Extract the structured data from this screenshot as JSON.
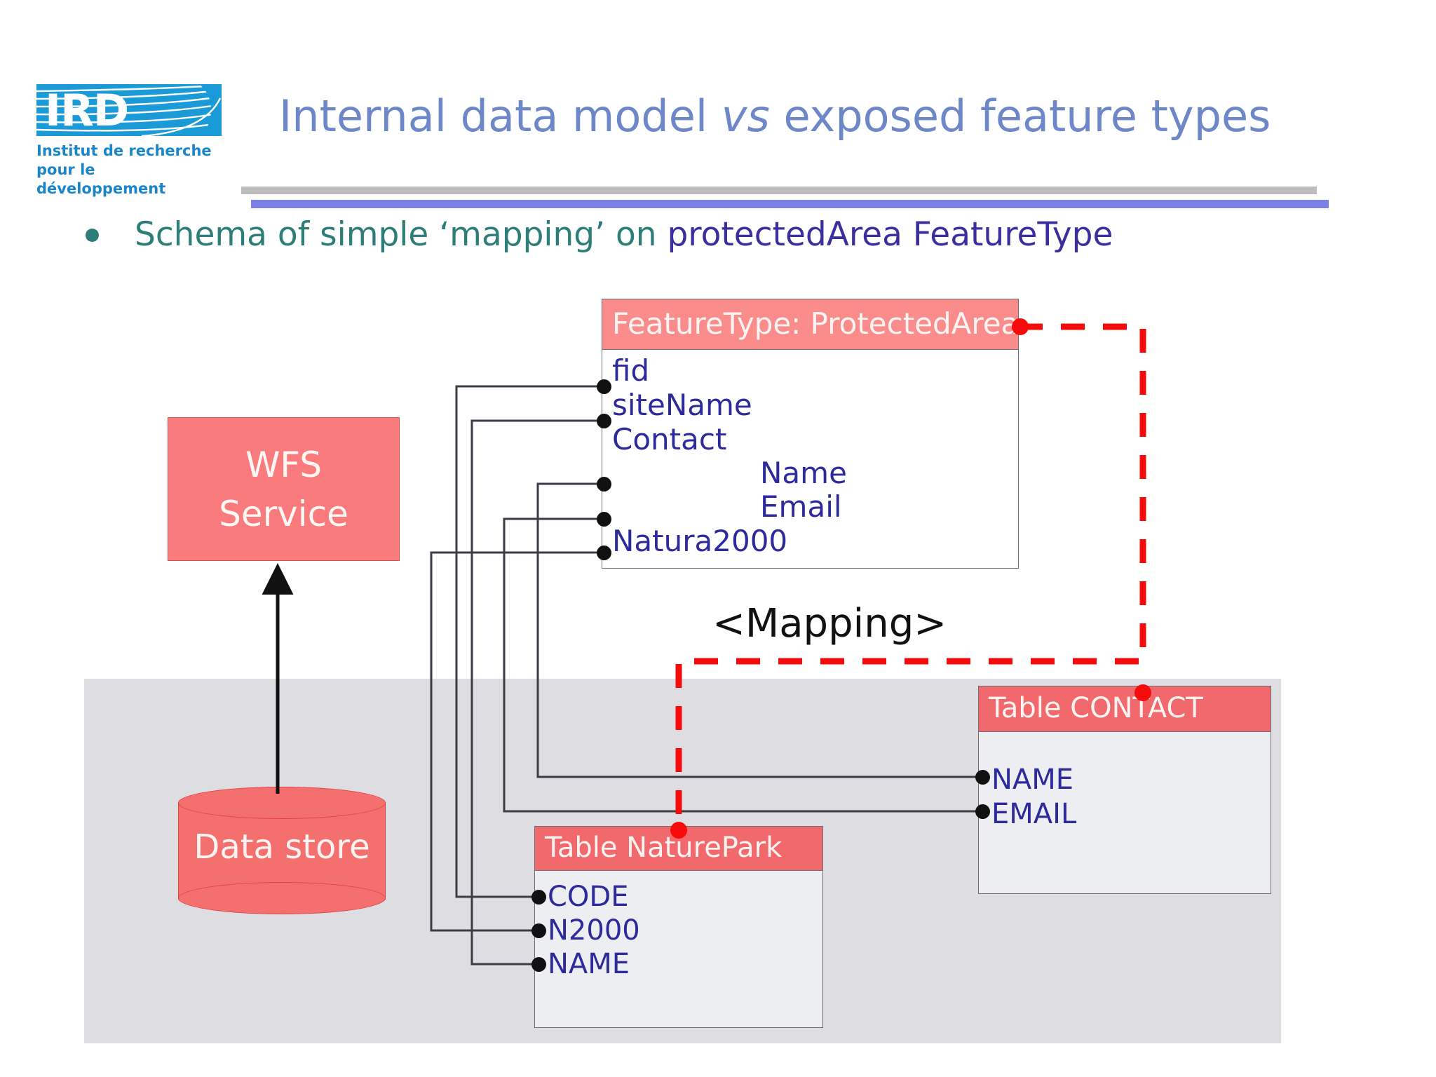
{
  "slide": {
    "title": "Internal data model vs exposed feature types",
    "title_plain": "Internal data model ",
    "title_italic": "vs",
    "title_tail": " exposed feature types",
    "bullet_lead": "Schema of simple ‘mapping’  on ",
    "bullet_emph": "protectedArea FeatureType",
    "mapping_label": "<Mapping>"
  },
  "logo": {
    "mark_text": "IRD",
    "caption": "Institut de recherche\npour le développement",
    "mark_color": "#1a9ad7",
    "caption_color": "#1a86c8"
  },
  "colors": {
    "title": "#6e87c9",
    "bullet": "#2d7d78",
    "bullet_emph": "#3b2fa0",
    "rule_gray": "#bdbdbd",
    "rule_blue": "#7b7fe8",
    "box_header": "#f2696d",
    "featuretype_header": "#fa8c8c",
    "box_body": "#eceef1",
    "attr_text": "#2d2a9c",
    "band": "#dedee2",
    "mapping_line": "#f50b0b",
    "wire": "#3c3c46",
    "datastore": "#f4706f",
    "wfs": "#fa7b7e"
  },
  "wfs_service": {
    "label": "WFS\nService"
  },
  "data_store": {
    "label": "Data store"
  },
  "feature_type": {
    "header": "FeatureType: ProtectedArea",
    "attributes": [
      {
        "name": "fid",
        "indent": 0,
        "connected": true
      },
      {
        "name": "siteName",
        "indent": 0,
        "connected": true
      },
      {
        "name": "Contact",
        "indent": 0,
        "connected": false
      },
      {
        "name": "Name",
        "indent": 1,
        "connected": true
      },
      {
        "name": "Email",
        "indent": 1,
        "connected": true
      },
      {
        "name": "Natura2000",
        "indent": 0,
        "connected": true
      }
    ]
  },
  "table_naturepark": {
    "header": "Table NaturePark",
    "columns": [
      {
        "name": "CODE",
        "connected": true
      },
      {
        "name": "N2000",
        "connected": true
      },
      {
        "name": "NAME",
        "connected": true
      }
    ]
  },
  "table_contact": {
    "header": "Table CONTACT",
    "columns": [
      {
        "name": "NAME",
        "connected": true
      },
      {
        "name": "EMAIL",
        "connected": true
      }
    ]
  },
  "mappings": [
    {
      "from": "FeatureType: ProtectedArea",
      "to": "Table NaturePark",
      "style": "red-dashed"
    },
    {
      "from": "FeatureType: ProtectedArea",
      "to": "Table CONTACT",
      "style": "red-dashed"
    },
    {
      "from": "fid",
      "to": "CODE",
      "style": "thin"
    },
    {
      "from": "siteName",
      "to": "NAME (NaturePark)",
      "style": "thin"
    },
    {
      "from": "Name",
      "to": "NAME (CONTACT)",
      "style": "thin"
    },
    {
      "from": "Email",
      "to": "EMAIL (CONTACT)",
      "style": "thin"
    },
    {
      "from": "Natura2000",
      "to": "N2000",
      "style": "thin"
    }
  ]
}
